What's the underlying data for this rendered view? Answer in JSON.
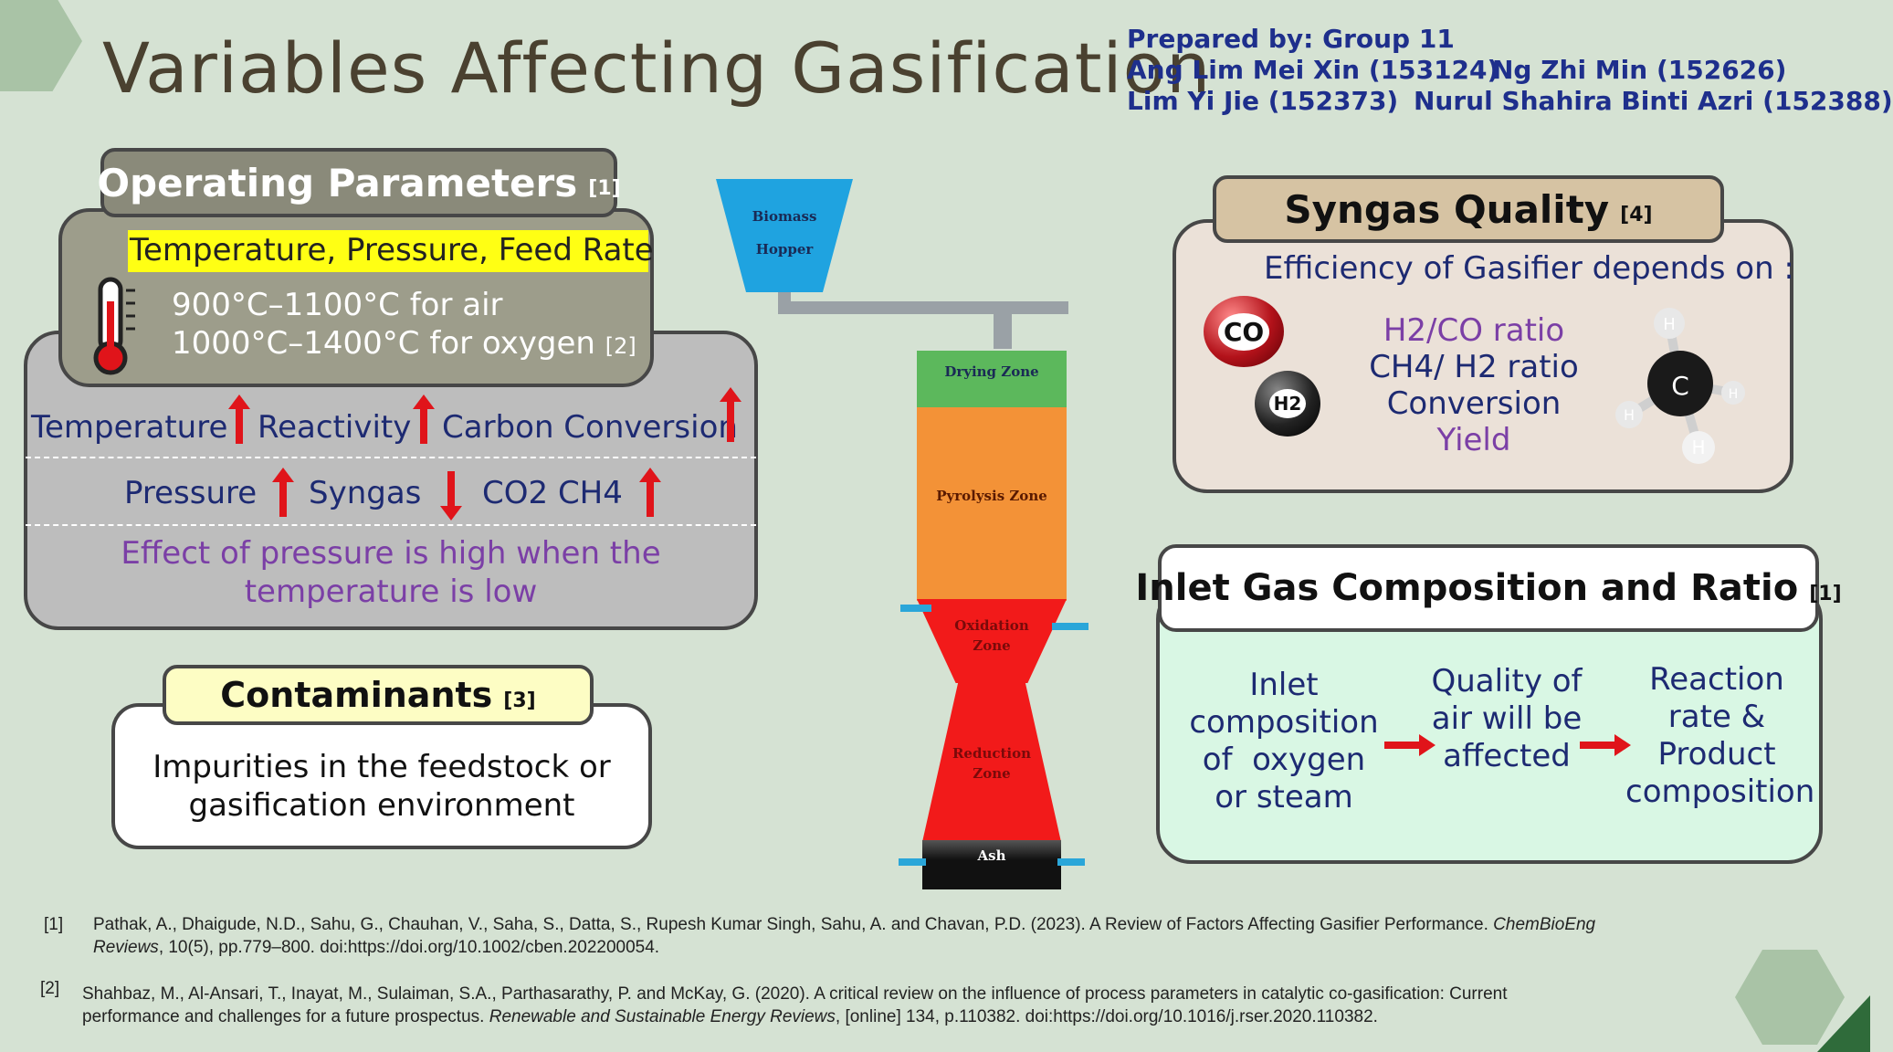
{
  "slide": {
    "title": "Variables Affecting Gasification",
    "prepared_by": "Prepared by: Group 11",
    "members": [
      "Ang Lim Mei Xin (153124)",
      "Ng Zhi Min (152626)",
      "Lim Yi Jie (152373)",
      "Nurul Shahira Binti Azri (152388)"
    ]
  },
  "operating": {
    "label": "Operating Parameters",
    "ref": "[1]",
    "highlight": "Temperature, Pressure, Feed Rate",
    "temp_air": "900°C–1100°C for air",
    "temp_oxygen": "1000°C–1400°C for oxygen",
    "temp_ref": "[2]",
    "row1": [
      "Temperature",
      "Reactivity",
      "Carbon Conversion"
    ],
    "row2": [
      "Pressure",
      "Syngas",
      "CO2 CH4"
    ],
    "note_line1": "Effect of pressure is high when the",
    "note_line2": "temperature is low"
  },
  "contaminants": {
    "label": "Contaminants",
    "ref": "[3]",
    "line1": "Impurities in the feedstock or",
    "line2": "gasification environment"
  },
  "gasifier": {
    "hopper": [
      "Biomass",
      "Hopper"
    ],
    "zones": [
      "Drying Zone",
      "Pyrolysis Zone",
      "Oxidation Zone",
      "Reduction Zone",
      "Ash"
    ],
    "colors": {
      "hopper": "#1fa3e0",
      "drying": "#5cb85c",
      "pyrolysis": "#f39237",
      "oxidation": "#f21a1a",
      "reduction": "#f21a1a",
      "ash": "#111111",
      "pipe": "#9aa1a6"
    }
  },
  "syngas": {
    "label": "Syngas Quality",
    "ref": "[4]",
    "subtitle": "Efficiency of Gasifier depends on :",
    "items": [
      "H2/CO ratio",
      "CH4/ H2 ratio",
      "Conversion",
      "Yield"
    ],
    "molecules": {
      "co": "CO",
      "h2": "H2",
      "c": "C",
      "h": "H"
    }
  },
  "inlet": {
    "label": "Inlet Gas Composition and Ratio",
    "ref": "[1]",
    "steps": [
      [
        "Inlet",
        "composition",
        "of  oxygen",
        "or steam"
      ],
      [
        "Quality of",
        "air will be",
        "affected"
      ],
      [
        "Reaction",
        "rate &",
        "Product",
        "composition"
      ]
    ]
  },
  "references": [
    {
      "num": "[1]",
      "line1": "Pathak, A., Dhaigude, N.D., Sahu, G., Chauhan, V., Saha, S., Datta, S., Rupesh Kumar Singh, Sahu, A. and Chavan, P.D. (2023). A Review of Factors Affecting Gasifier Performance.",
      "journal1": "ChemBioEng",
      "line2a": "Reviews",
      "line2b": ", 10(5), pp.779–800. doi:https://doi.org/10.1002/cben.202200054."
    },
    {
      "num": "[2]",
      "line1": "Shahbaz, M., Al-Ansari, T., Inayat, M., Sulaiman, S.A., Parthasarathy, P. and McKay, G. (2020). A critical review on the influence of process parameters in catalytic co-gasification: Current",
      "line2pre": "performance and challenges for a future prospectus.",
      "journal": "Renewable and Sustainable Energy Reviews",
      "line2post": ", [online] 134, p.110382. doi:https://doi.org/10.1016/j.rser.2020.110382."
    }
  ]
}
